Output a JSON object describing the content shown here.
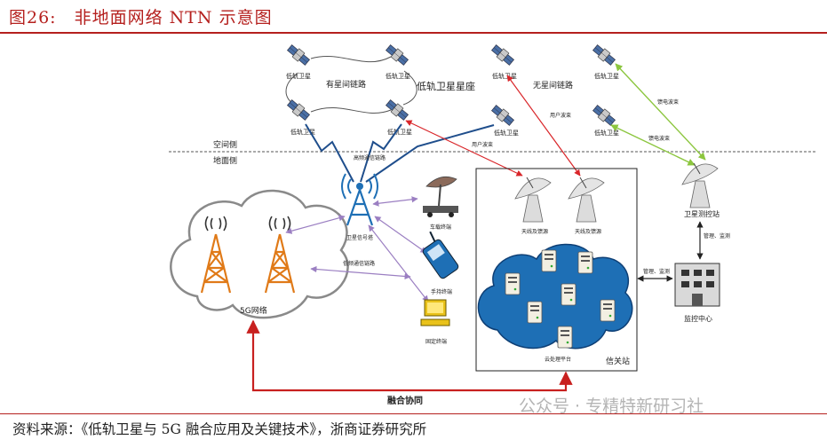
{
  "figure": {
    "title": "图26:　非地面网络 NTN 示意图",
    "source": "资料来源：《低轨卫星与 5G 融合应用及关键技术》，浙商证券研究所",
    "watermark": "公众号 · 专精特新研习社"
  },
  "diagram": {
    "constellation_label": "低轨卫星星座",
    "intersat_link_label": "有星间链路",
    "no_intersat_link_label": "无星间链路",
    "satellite_label": "低轨卫星",
    "space_side_label": "空间侧",
    "ground_side_label": "地面侧",
    "user_beam_label": "用户波束",
    "feeder_beam_label": "馈电波束",
    "highfreq_link_label": "高频通信链路",
    "lowfreq_link_label": "低频通信链路",
    "base_station_label": "卫星信号塔",
    "vehicle_terminal_label": "车载终端",
    "handheld_terminal_label": "手持终端",
    "fixed_terminal_label": "固定终端",
    "network_5g_label": "5G网络",
    "antenna_label": "天线及馈源",
    "gateway_label": "信关站",
    "cloud_platform_label": "云处理平台",
    "ttc_station_label": "卫星测控站",
    "monitor_center_label": "监控中心",
    "manage_monitor_label": "管理、监测",
    "fusion_label": "融合协同"
  },
  "colors": {
    "title_red": "#b5201e",
    "user_beam_red": "#d9262a",
    "feeder_beam_green": "#8cc63f",
    "highfreq_blue": "#1f4e8c",
    "lowfreq_purple": "#9b7fc2",
    "fusion_red": "#c8201f",
    "cloud_blue": "#1e6fb5"
  }
}
